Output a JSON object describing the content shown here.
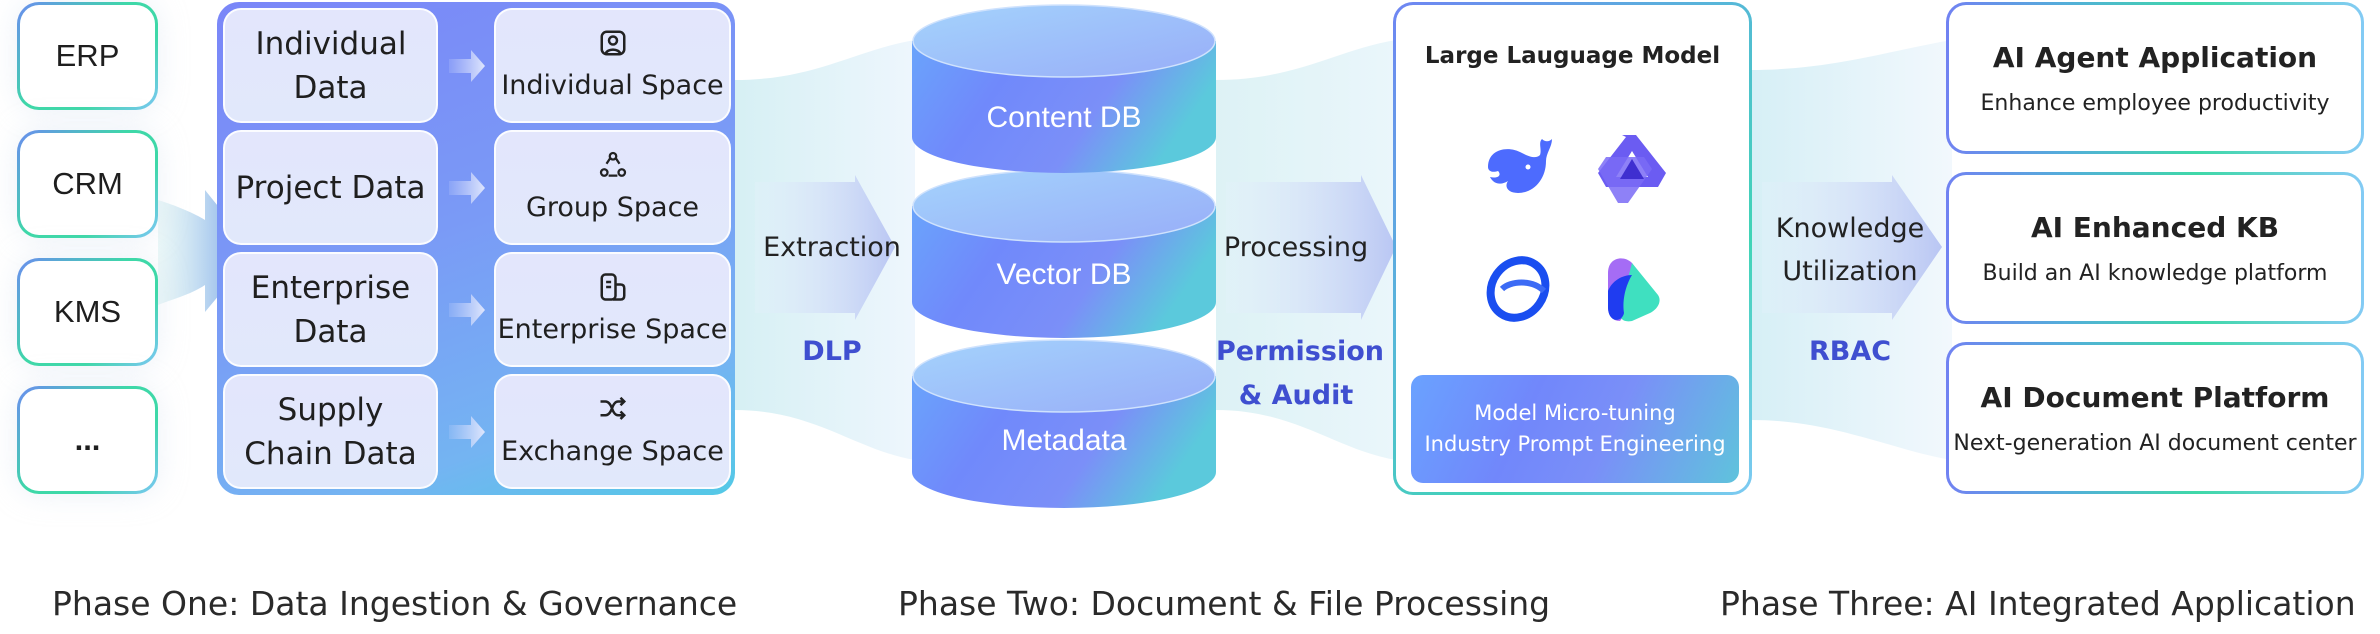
{
  "sources": [
    "ERP",
    "CRM",
    "KMS",
    "..."
  ],
  "governance": {
    "rows": [
      {
        "data_label": "Individual Data",
        "space_label": "Individual Space",
        "icon": "user-portrait-icon"
      },
      {
        "data_label": "Project Data",
        "space_label": "Group Space",
        "icon": "group-nodes-icon"
      },
      {
        "data_label": "Enterprise Data",
        "space_label": "Enterprise Space",
        "icon": "building-icon"
      },
      {
        "data_label": "Supply Chain Data",
        "space_label": "Exchange Space",
        "icon": "shuffle-icon"
      }
    ]
  },
  "flows": {
    "extraction": {
      "label": "Extraction",
      "control": "DLP"
    },
    "processing": {
      "label": "Processing",
      "control_line1": "Permission",
      "control_line2": "& Audit"
    },
    "utilization": {
      "label_line1": "Knowledge",
      "label_line2": "Utilization",
      "control": "RBAC"
    }
  },
  "databases": [
    "Content DB",
    "Vector DB",
    "Metadata"
  ],
  "llm": {
    "title": "Large Lauguage Model",
    "logos": [
      "whale-logo-icon",
      "hexagram-logo-icon",
      "ring-logo-icon",
      "play-shape-logo-icon"
    ],
    "tuning_line1": "Model Micro-tuning",
    "tuning_line2": "Industry Prompt Engineering"
  },
  "applications": [
    {
      "title": "AI Agent Application",
      "subtitle": "Enhance employee productivity"
    },
    {
      "title": "AI Enhanced KB",
      "subtitle": "Build an AI knowledge platform"
    },
    {
      "title": "AI Document Platform",
      "subtitle": "Next-generation AI document center"
    }
  ],
  "phases": [
    "Phase One: Data Ingestion & Governance",
    "Phase Two: Document & File Processing",
    "Phase Three: AI Integrated Application"
  ],
  "colors": {
    "accent_blue": "#3f4fd0",
    "panel_purple": "#7a86f8",
    "teal": "#3ed8a8"
  }
}
